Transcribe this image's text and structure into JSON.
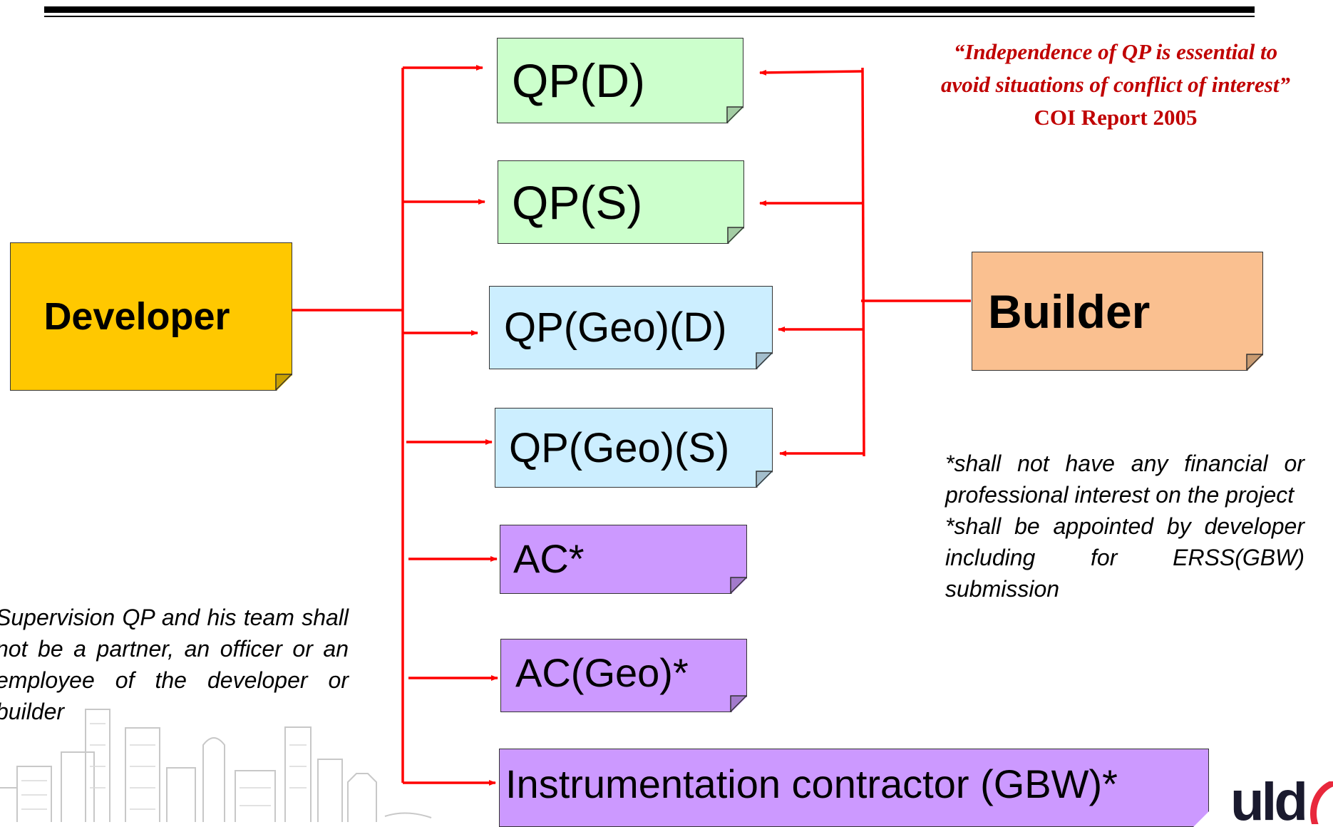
{
  "nodes": {
    "developer": "Developer",
    "builder": "Builder",
    "qp_d": "QP(D)",
    "qp_s": "QP(S)",
    "qp_geo_d": "QP(Geo)(D)",
    "qp_geo_s": "QP(Geo)(S)",
    "ac": "AC*",
    "ac_geo": "AC(Geo)*",
    "instrumentation": "Instrumentation contractor (GBW)*"
  },
  "quote": {
    "line1": "“Independence of QP is essential to",
    "line2": "avoid situations of conflict of interest”",
    "source": "COI Report 2005"
  },
  "notes": {
    "right": "*shall not have any financial or professional interest on the project\n*shall be appointed by developer including for ERSS(GBW) submission",
    "left": "Supervision QP and his team shall not be a partner, an officer or an employee of the developer or builder"
  },
  "colors": {
    "developer": "#ffc800",
    "builder": "#fac090",
    "qp_green": "#ccffcc",
    "qp_geo_blue": "#cceeff",
    "ac_purple": "#cc99ff",
    "connector": "#ff0000",
    "quote": "#c00000"
  },
  "icons": [
    "city-skyline-graphic",
    "logo-mark"
  ]
}
